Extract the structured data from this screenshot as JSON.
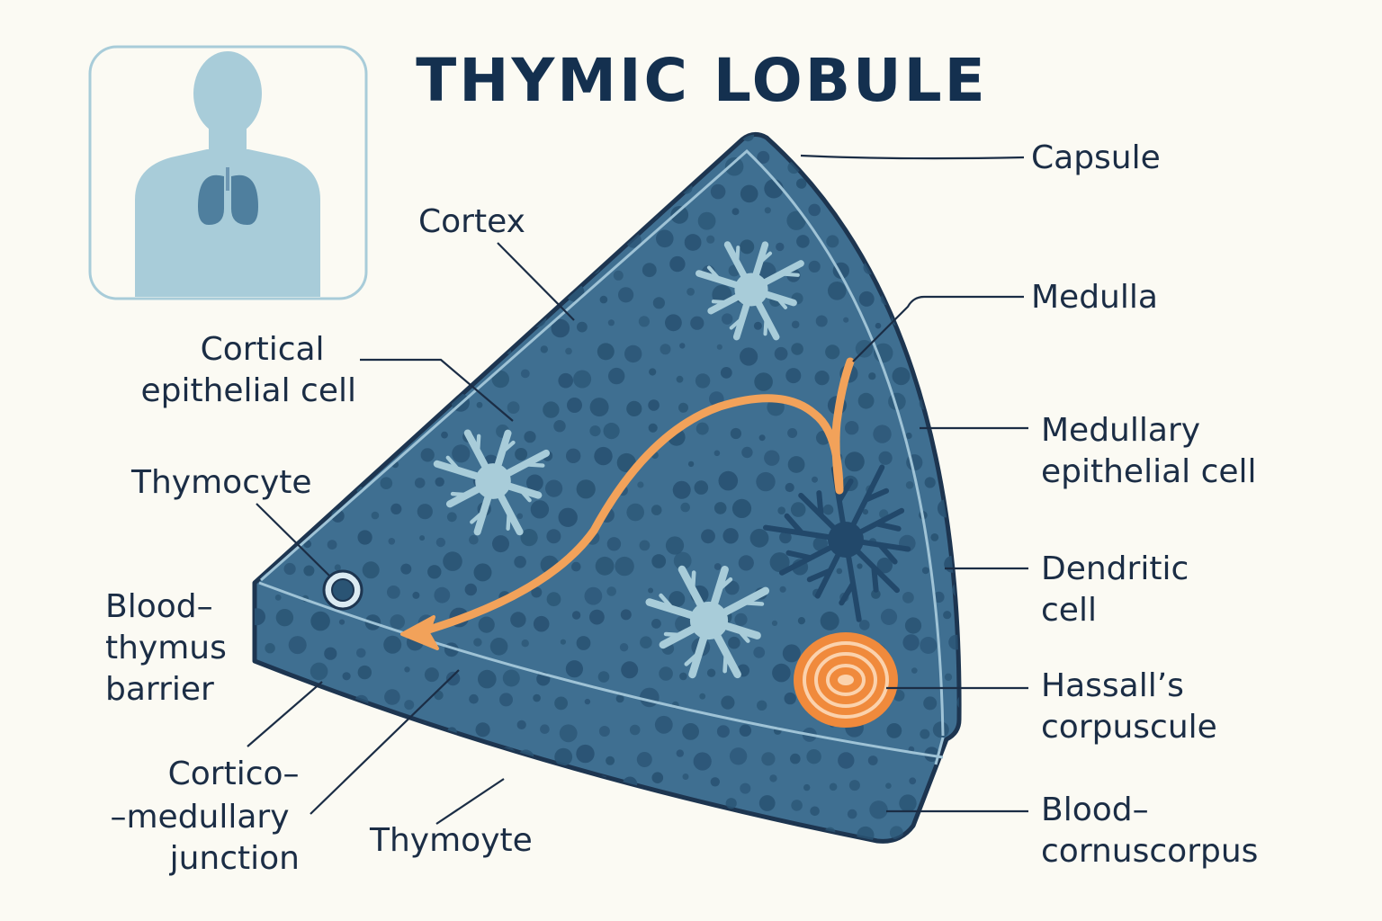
{
  "title": "THYMIC LOBULE",
  "colors": {
    "background": "#fbfaf3",
    "lobule_fill": "#3f6f91",
    "outline": "#1d3550",
    "dots": "#2a5474",
    "epithelial_cell": "#a8ccd9",
    "dendritic_cell": "#22486a",
    "migration_arrow": "#f2a25a",
    "hassalls_corpuscle": "#f08a3c",
    "body_silhouette": "#a8ccd9",
    "lungs": "#4f7f9e"
  },
  "icons": [
    "human-torso-icon",
    "lungs-icon",
    "star-cell-icon",
    "dendritic-cell-icon",
    "thymocyte-icon",
    "hassalls-corpuscle-icon",
    "arrow-icon"
  ],
  "labels": {
    "capsule": [
      "Capsule"
    ],
    "cortex": [
      "Cortex"
    ],
    "medulla": [
      "Medulla"
    ],
    "cortical_epithelial_cell": [
      "Cortical",
      "epithelial cell"
    ],
    "thymocyte_top": [
      "Thymocyte"
    ],
    "medullary_epithelial_cell": [
      "Medullary",
      "epithelial cell"
    ],
    "dendritic_cell": [
      "Dendritic",
      "cell"
    ],
    "blood_thymus_barrier": [
      "Blood–",
      "thymus",
      "barrier"
    ],
    "hassalls_corpuscle": [
      "Hassall’s",
      "corpuscule"
    ],
    "cortico_medullary_junction": [
      "Cortico–",
      "–medullary",
      "junction"
    ],
    "thymoyte_bottom": [
      "Thymoyte"
    ],
    "blood_cornuscorpus": [
      "Blood–",
      "cornuscorpus"
    ]
  }
}
